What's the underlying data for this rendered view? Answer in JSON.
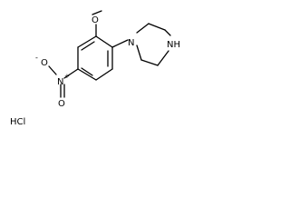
{
  "molecule": {
    "labels": {
      "methoxy_o": "O",
      "piperazine_n1": "N",
      "piperazine_nh": "NH",
      "nitro_n": "N",
      "nitro_n_charge": "+",
      "nitro_o_top": "O",
      "nitro_o_bottom": "O",
      "nitro_o_charge": "-",
      "salt": "HCl"
    },
    "colors": {
      "bond": "#000000",
      "text": "#000000",
      "background": "#ffffff"
    }
  }
}
